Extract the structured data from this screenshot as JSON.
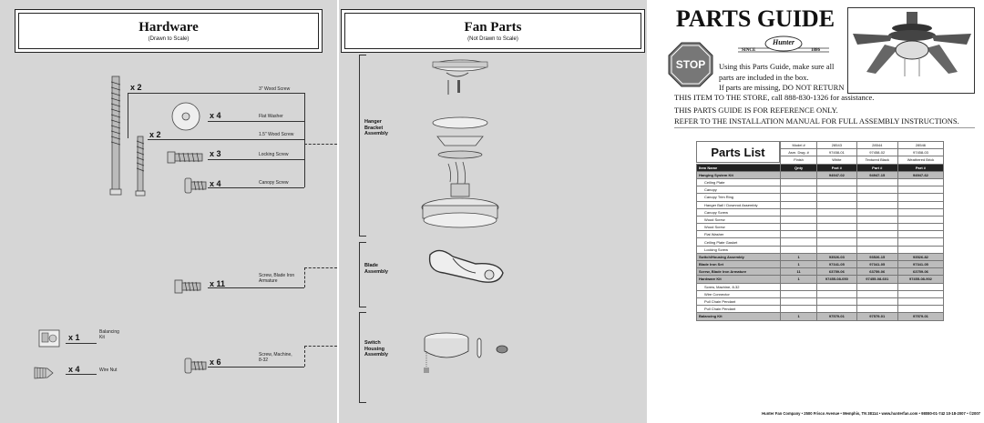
{
  "hardware": {
    "title": "Hardware",
    "subtitle": "(Drawn to Scale)",
    "items": [
      {
        "qty": "x 2",
        "label": "3\" Wood Screw"
      },
      {
        "qty": "x 4",
        "label": "Flat Washer"
      },
      {
        "qty": "x 2",
        "label": "1.5\" Wood Screw"
      },
      {
        "qty": "x 3",
        "label": "Locking Screw"
      },
      {
        "qty": "x 4",
        "label": "Canopy Screw"
      },
      {
        "qty": "x 11",
        "label": "Screw, Blade Iron Armature"
      },
      {
        "qty": "x 1",
        "label": "Balancing Kit"
      },
      {
        "qty": "x 4",
        "label": "Wire Nut"
      },
      {
        "qty": "x 6",
        "label": "Screw, Machine, 8-32"
      }
    ]
  },
  "fan_parts": {
    "title": "Fan Parts",
    "subtitle": "(Not Drawn to Scale)",
    "assemblies": [
      "Hanger Bracket Assembly",
      "Blade Assembly",
      "Switch Housing Assembly"
    ]
  },
  "guide": {
    "title": "PARTS GUIDE",
    "brand": "Hunter",
    "since": "SINCE",
    "year": "1886",
    "stop": "STOP",
    "line1": "Using this Parts Guide, make sure all",
    "line2": "parts are included in the box.",
    "line3": "If parts are missing, DO NOT RETURN",
    "line4": "THIS ITEM TO THE STORE, call 888-830-1326 for assistance.",
    "line5": "THIS PARTS GUIDE IS FOR REFERENCE ONLY.",
    "line6": "REFER TO THE INSTALLATION MANUAL FOR FULL ASSEMBLY INSTRUCTIONS."
  },
  "parts_list": {
    "title": "Parts List",
    "header_rows": [
      [
        "Model #",
        "28543",
        "28544",
        "28546"
      ],
      [
        "Asm. Dwg. #",
        "97458-01",
        "97458-02",
        "97458-03"
      ],
      [
        "Finish",
        "White",
        "Textured Black",
        "Weathered Brick"
      ]
    ],
    "columns": [
      "Item Name",
      "Qnty",
      "Part #",
      "Part #",
      "Part #"
    ],
    "rows": [
      {
        "type": "gray",
        "cells": [
          "Hanging System Kit",
          "",
          "94947-02",
          "94947-15",
          "94947-62"
        ]
      },
      {
        "type": "plain",
        "cells": [
          "Ceiling Plate",
          "",
          "",
          "",
          ""
        ]
      },
      {
        "type": "plain",
        "cells": [
          "Canopy",
          "",
          "",
          "",
          ""
        ]
      },
      {
        "type": "plain",
        "cells": [
          "Canopy Trim Ring",
          "",
          "",
          "",
          ""
        ]
      },
      {
        "type": "plain",
        "cells": [
          "Hanger Ball / Downrod Assembly",
          "",
          "",
          "",
          ""
        ]
      },
      {
        "type": "plain",
        "cells": [
          "Canopy Screw",
          "",
          "",
          "",
          ""
        ]
      },
      {
        "type": "plain",
        "cells": [
          "Wood Screw",
          "",
          "",
          "",
          ""
        ]
      },
      {
        "type": "plain",
        "cells": [
          "Wood Screw",
          "",
          "",
          "",
          ""
        ]
      },
      {
        "type": "plain",
        "cells": [
          "Flat Washer",
          "",
          "",
          "",
          ""
        ]
      },
      {
        "type": "plain",
        "cells": [
          "Ceiling Plate Gasket",
          "",
          "",
          "",
          ""
        ]
      },
      {
        "type": "plain",
        "cells": [
          "Locking Screw",
          "",
          "",
          "",
          ""
        ]
      },
      {
        "type": "gray",
        "cells": [
          "Switch/Housing Assembly",
          "1",
          "93526-03",
          "93526-15",
          "93526-82"
        ]
      },
      {
        "type": "gray",
        "cells": [
          "Blade Iron Set",
          "1",
          "97341-05",
          "97341-05",
          "97341-05"
        ]
      },
      {
        "type": "gray",
        "cells": [
          "Screw, Blade Iron Armature",
          "11",
          "63759-06",
          "63759-06",
          "63759-06"
        ]
      },
      {
        "type": "gray",
        "cells": [
          "Hardware Kit",
          "1",
          "97455-08-050",
          "97455-08-601",
          "97455-08-902"
        ]
      },
      {
        "type": "plain",
        "cells": [
          "Screw, Machine, 8-32",
          "",
          "",
          "",
          ""
        ]
      },
      {
        "type": "plain",
        "cells": [
          "Wire Connector",
          "",
          "",
          "",
          ""
        ]
      },
      {
        "type": "plain",
        "cells": [
          "Pull Chain Pendant",
          "",
          "",
          "",
          ""
        ]
      },
      {
        "type": "plain",
        "cells": [
          "Pull Chain Pendant",
          "",
          "",
          "",
          ""
        ]
      },
      {
        "type": "gray",
        "cells": [
          "Balancing Kit",
          "1",
          "97579-01",
          "97579-01",
          "97579-01"
        ]
      }
    ]
  },
  "footer": "Hunter Fan Company  •  2500 Frisco Avenue  •  Memphis, TN 38114  •  www.hunterfan.com  •  98080-01-742  10-18-2007  •  ©2007"
}
